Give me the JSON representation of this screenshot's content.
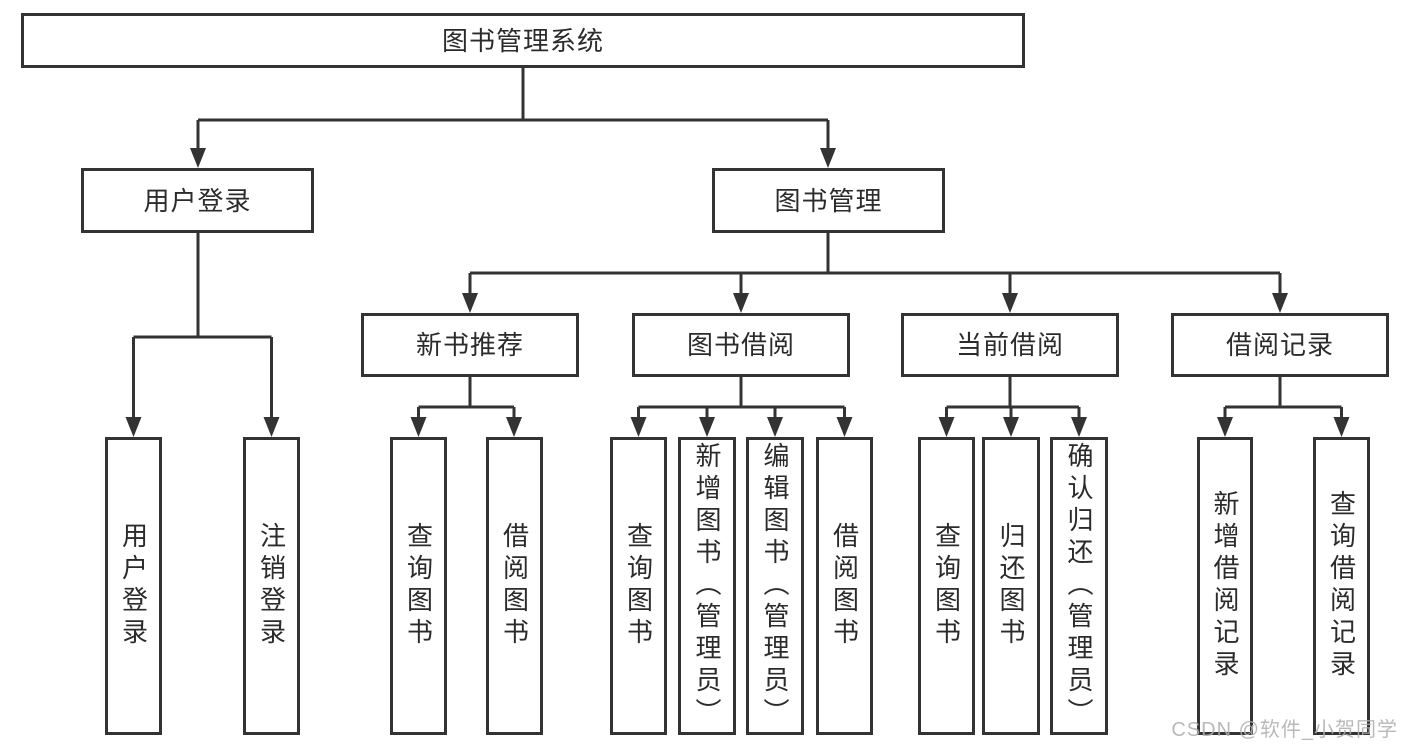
{
  "tree": {
    "root": "图书管理系统",
    "branches": [
      {
        "label": "用户登录",
        "children": [
          {
            "label": "用户登录"
          },
          {
            "label": "注销登录"
          }
        ]
      },
      {
        "label": "图书管理",
        "children": [
          {
            "label": "新书推荐",
            "children": [
              {
                "label": "查询图书"
              },
              {
                "label": "借阅图书"
              }
            ]
          },
          {
            "label": "图书借阅",
            "children": [
              {
                "label": "查询图书"
              },
              {
                "label": "新增图书（管理员）"
              },
              {
                "label": "编辑图书（管理员）"
              },
              {
                "label": "借阅图书"
              }
            ]
          },
          {
            "label": "当前借阅",
            "children": [
              {
                "label": "查询图书"
              },
              {
                "label": "归还图书"
              },
              {
                "label": "确认归还（管理员）"
              }
            ]
          },
          {
            "label": "借阅记录",
            "children": [
              {
                "label": "新增借阅记录"
              },
              {
                "label": "查询借阅记录"
              }
            ]
          }
        ]
      }
    ]
  },
  "watermark": "CSDN @软件_小贺同学",
  "colors": {
    "line": "#333333",
    "box_border": "#333333",
    "box_fill": "#ffffff",
    "text": "#2b2b2b",
    "watermark": "#b0b0b0"
  }
}
